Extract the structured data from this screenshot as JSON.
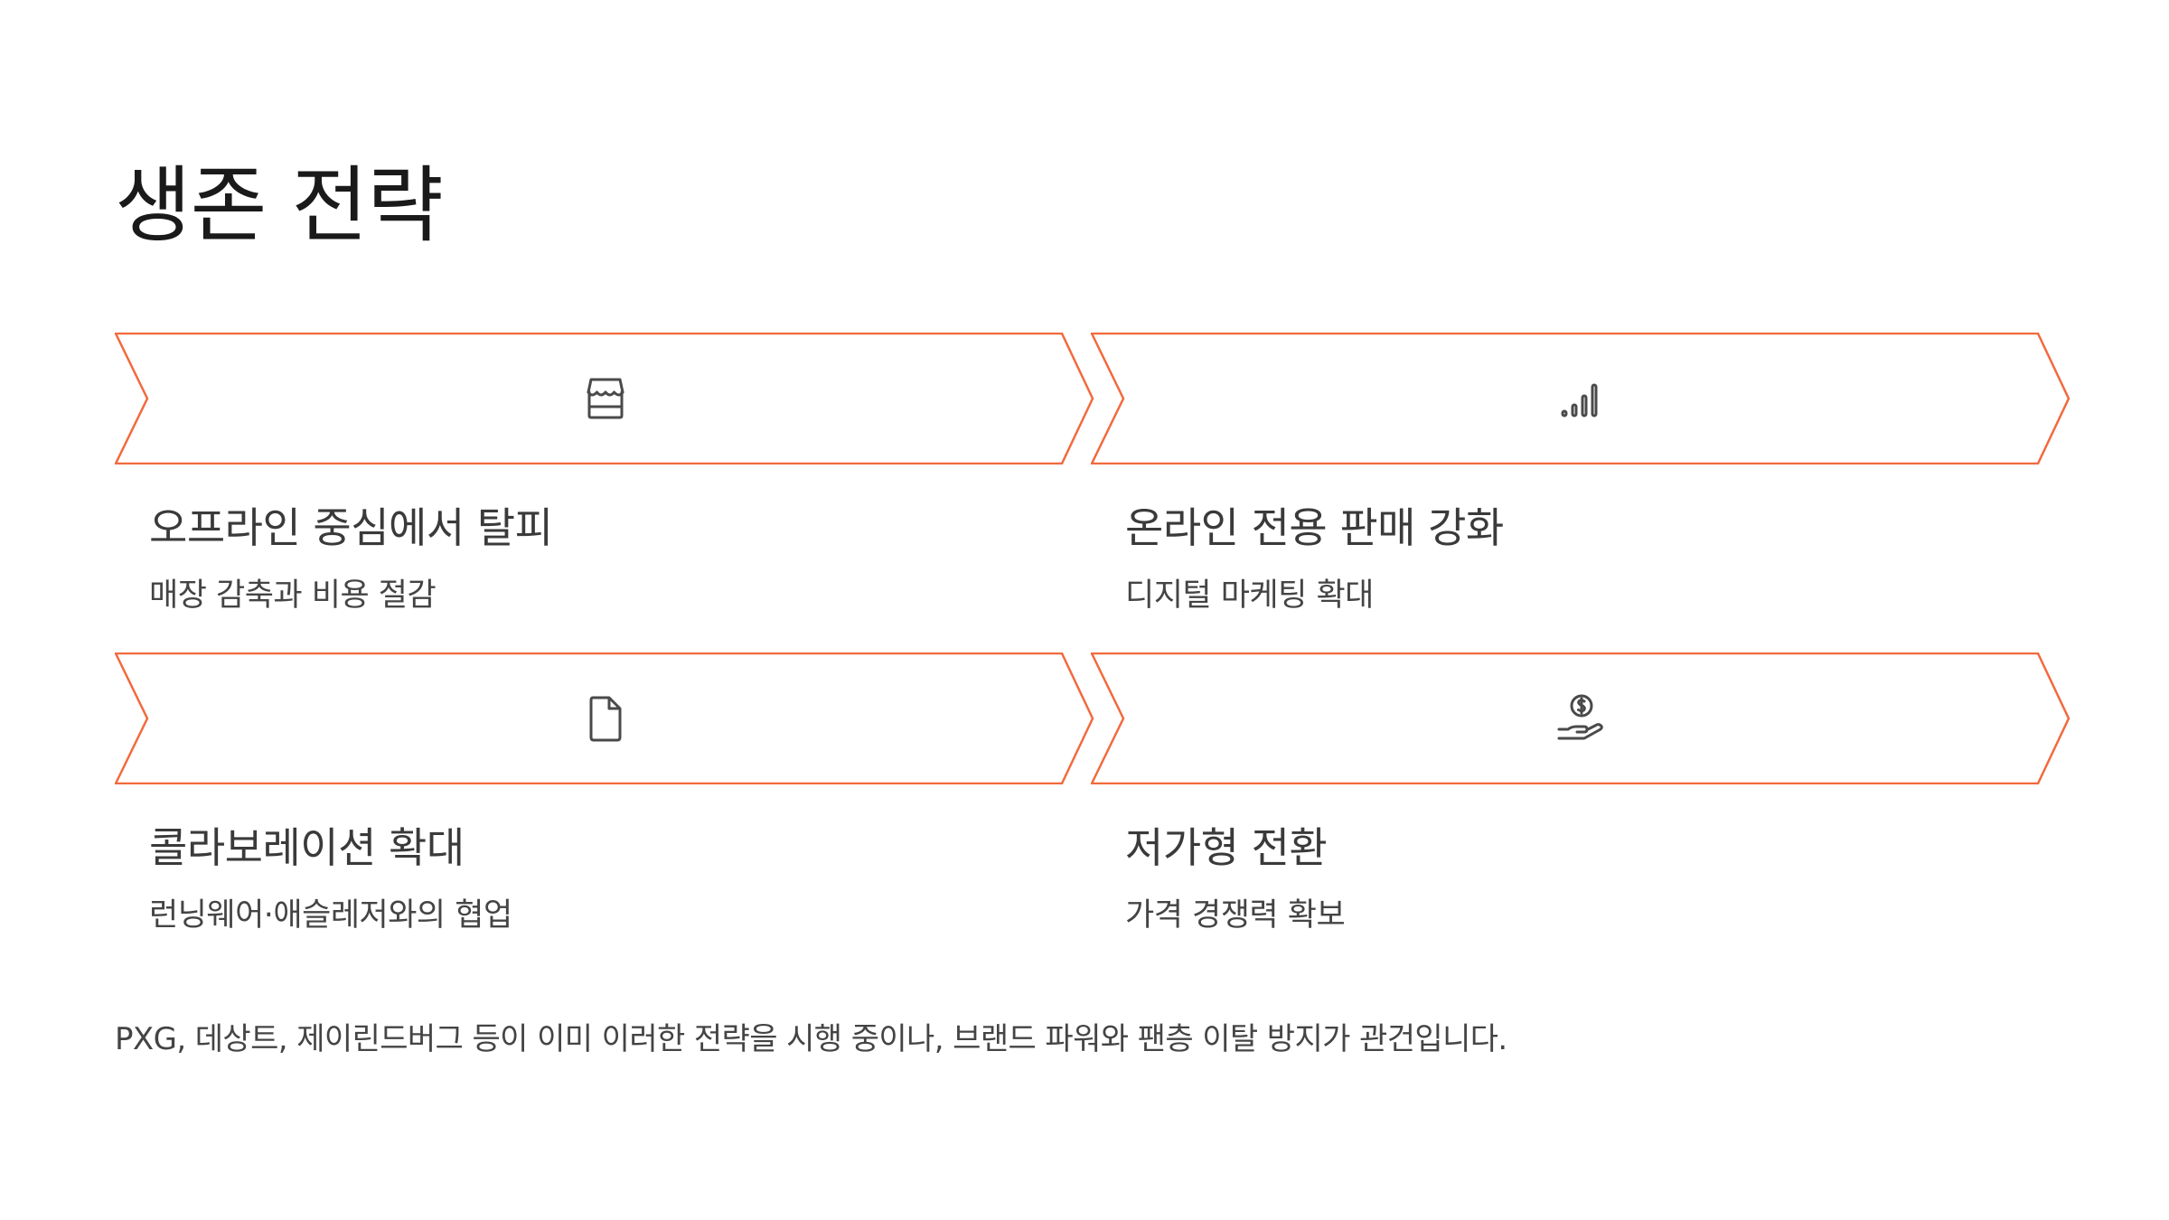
{
  "slide": {
    "title": "생존 전략",
    "accent_color": "#F26A3D",
    "cards": [
      {
        "icon": "store-icon",
        "heading": "오프라인 중심에서 탈피",
        "subtext": "매장 감축과 비용 절감"
      },
      {
        "icon": "signal-bars-icon",
        "heading": "온라인 전용 판매 강화",
        "subtext": "디지털 마케팅 확대"
      },
      {
        "icon": "document-icon",
        "heading": "콜라보레이션 확대",
        "subtext": "런닝웨어·애슬레저와의 협업"
      },
      {
        "icon": "hand-coin-icon",
        "heading": "저가형 전환",
        "subtext": "가격 경쟁력 확보"
      }
    ],
    "footnote": "PXG, 데상트, 제이린드버그 등이 이미 이러한 전략을 시행 중이나, 브랜드 파워와 팬층 이탈 방지가 관건입니다."
  }
}
